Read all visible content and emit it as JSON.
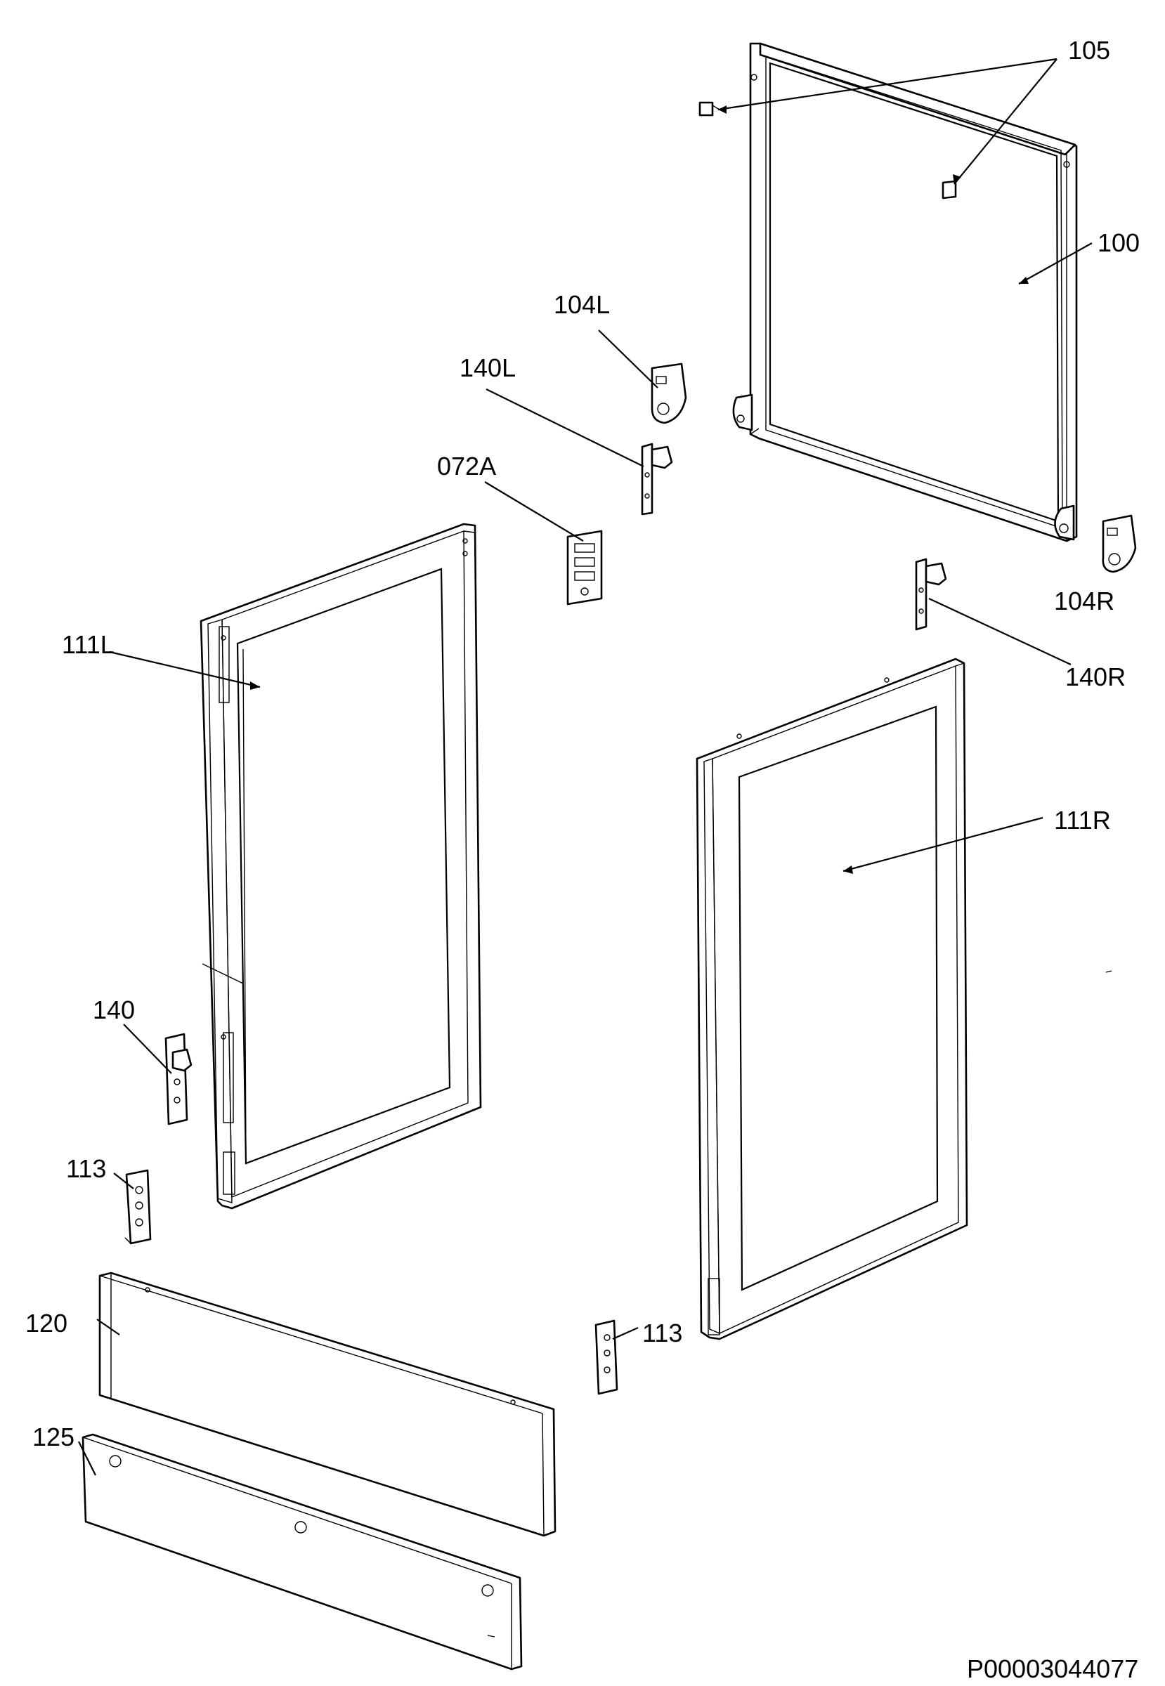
{
  "diagram": {
    "callouts": [
      {
        "id": "label-105",
        "text": "105"
      },
      {
        "id": "label-100",
        "text": "100"
      },
      {
        "id": "label-104L",
        "text": "104L"
      },
      {
        "id": "label-140L",
        "text": "140L"
      },
      {
        "id": "label-072A",
        "text": "072A"
      },
      {
        "id": "label-104R",
        "text": "104R"
      },
      {
        "id": "label-140R",
        "text": "140R"
      },
      {
        "id": "label-111L",
        "text": "111L"
      },
      {
        "id": "label-111R",
        "text": "111R"
      },
      {
        "id": "label-140",
        "text": "140"
      },
      {
        "id": "label-113-left",
        "text": "113"
      },
      {
        "id": "label-113-right",
        "text": "113"
      },
      {
        "id": "label-120",
        "text": "120"
      },
      {
        "id": "label-125",
        "text": "125"
      }
    ],
    "drawing_code": "P00003044077"
  }
}
